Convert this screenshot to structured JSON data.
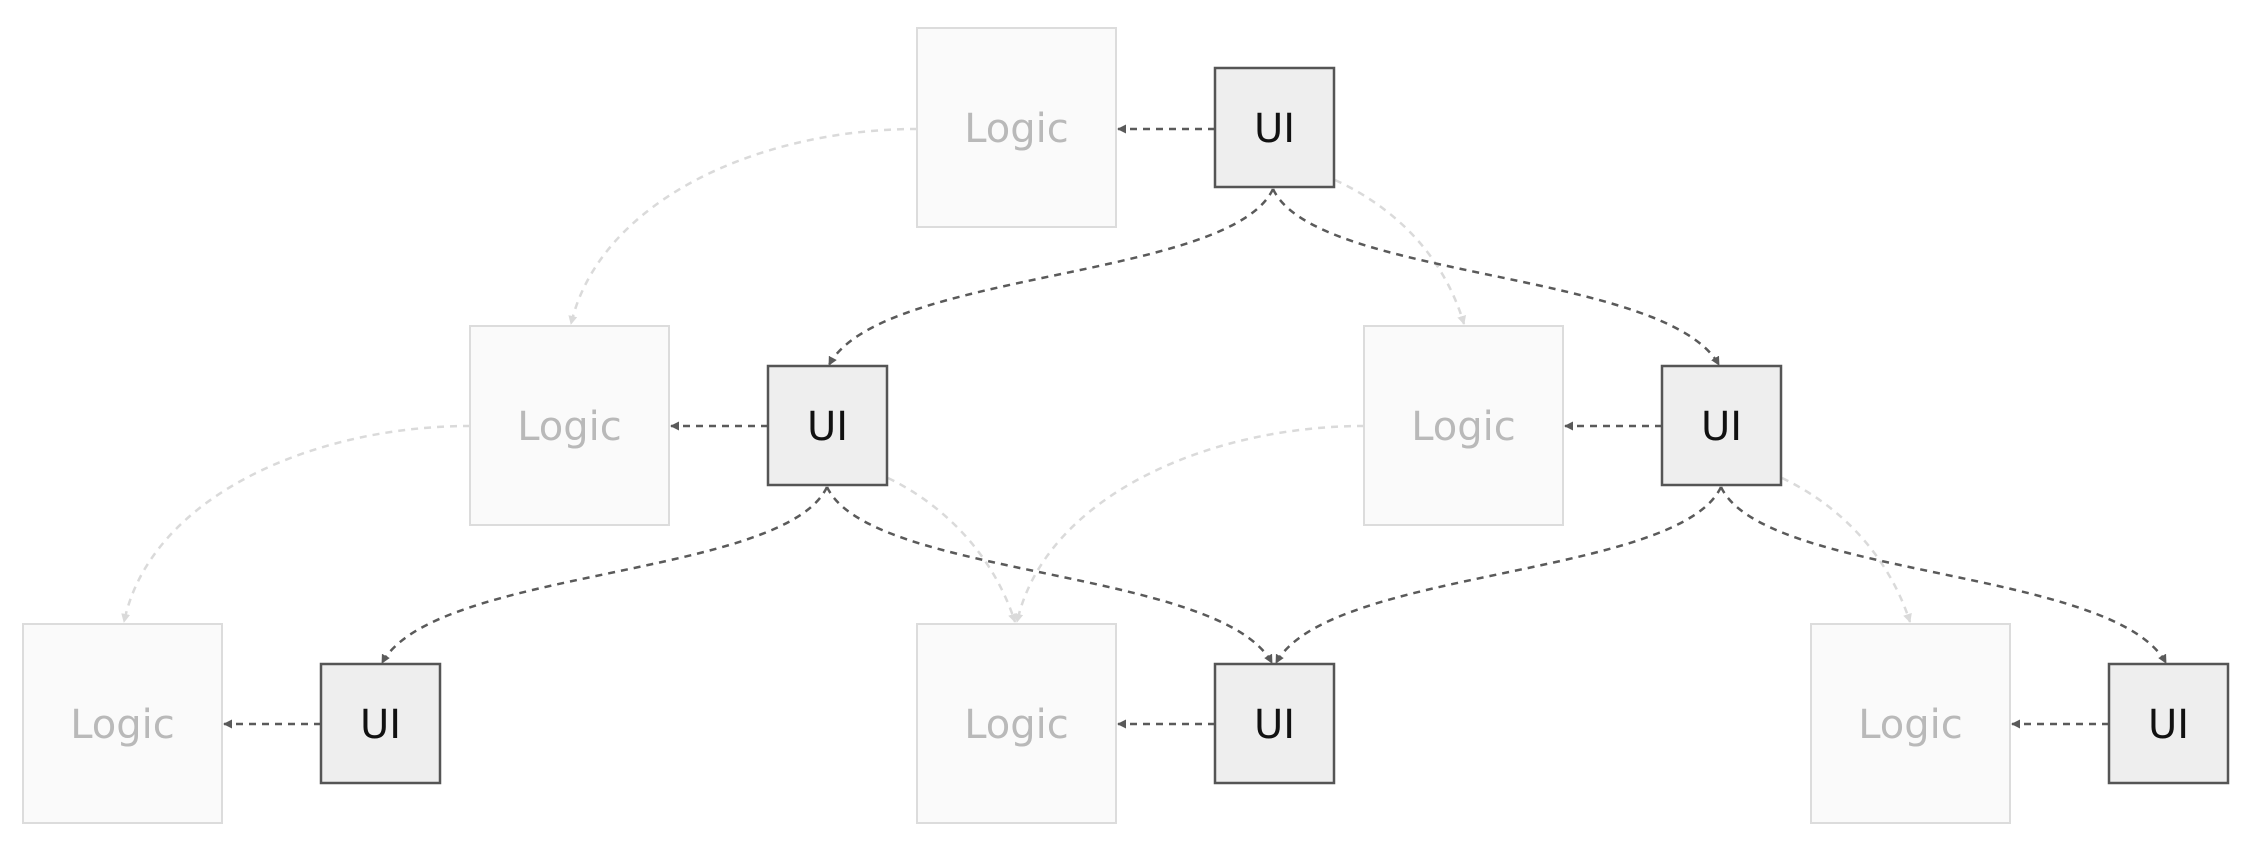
{
  "colors": {
    "logic_fill": "#fafafa",
    "logic_stroke": "#dcdcdc",
    "logic_text": "#b9b9b9",
    "ui_fill": "#eeeeee",
    "ui_stroke": "#555555",
    "ui_text": "#111111",
    "edge_dark": "#5a5a5a",
    "edge_light": "#dadada"
  },
  "nodes": [
    {
      "id": "logic-1",
      "kind": "logic",
      "label": "Logic"
    },
    {
      "id": "ui-1",
      "kind": "ui",
      "label": "UI"
    },
    {
      "id": "logic-2",
      "kind": "logic",
      "label": "Logic"
    },
    {
      "id": "ui-2",
      "kind": "ui",
      "label": "UI"
    },
    {
      "id": "logic-3",
      "kind": "logic",
      "label": "Logic"
    },
    {
      "id": "ui-3",
      "kind": "ui",
      "label": "UI"
    },
    {
      "id": "logic-4",
      "kind": "logic",
      "label": "Logic"
    },
    {
      "id": "ui-4",
      "kind": "ui",
      "label": "UI"
    },
    {
      "id": "logic-5",
      "kind": "logic",
      "label": "Logic"
    },
    {
      "id": "ui-5",
      "kind": "ui",
      "label": "UI"
    },
    {
      "id": "logic-6",
      "kind": "logic",
      "label": "Logic"
    },
    {
      "id": "ui-6",
      "kind": "ui",
      "label": "UI"
    }
  ],
  "edges": [
    {
      "from": "ui-1",
      "to": "logic-1",
      "style": "dark"
    },
    {
      "from": "ui-2",
      "to": "logic-2",
      "style": "dark"
    },
    {
      "from": "ui-3",
      "to": "logic-3",
      "style": "dark"
    },
    {
      "from": "ui-4",
      "to": "logic-4",
      "style": "dark"
    },
    {
      "from": "ui-5",
      "to": "logic-5",
      "style": "dark"
    },
    {
      "from": "ui-6",
      "to": "logic-6",
      "style": "dark"
    },
    {
      "from": "ui-1",
      "to": "ui-2",
      "style": "dark"
    },
    {
      "from": "ui-1",
      "to": "ui-3",
      "style": "dark"
    },
    {
      "from": "ui-2",
      "to": "ui-4",
      "style": "dark"
    },
    {
      "from": "ui-2",
      "to": "ui-5",
      "style": "dark"
    },
    {
      "from": "ui-3",
      "to": "ui-5",
      "style": "dark"
    },
    {
      "from": "ui-3",
      "to": "ui-6",
      "style": "dark"
    },
    {
      "from": "logic-1",
      "to": "logic-2",
      "style": "light"
    },
    {
      "from": "ui-1",
      "to": "logic-3",
      "style": "light"
    },
    {
      "from": "logic-2",
      "to": "logic-4",
      "style": "light"
    },
    {
      "from": "ui-2",
      "to": "logic-5",
      "style": "light"
    },
    {
      "from": "logic-3",
      "to": "logic-5",
      "style": "light"
    },
    {
      "from": "ui-3",
      "to": "logic-6",
      "style": "light"
    }
  ]
}
